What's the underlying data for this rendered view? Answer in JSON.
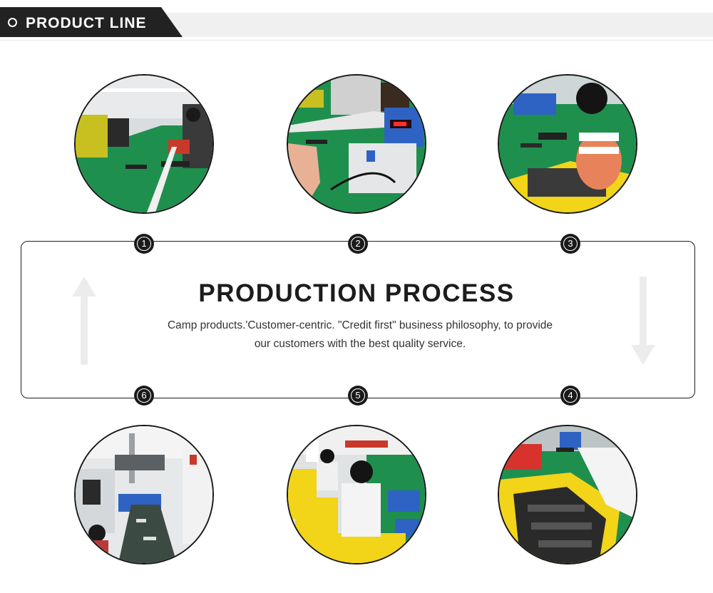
{
  "header": {
    "title": "PRODUCT LINE",
    "tab_color": "#222222"
  },
  "process": {
    "title": "PRODUCTION PROCESS",
    "description_line1": "Camp products.'Customer-centric. \"Credit first\" business philosophy, to provide",
    "description_line2": "our customers with the best quality service."
  },
  "steps": [
    {
      "number": "1",
      "photo": "assembly-line-workers-photo"
    },
    {
      "number": "2",
      "photo": "testing-equipment-photo"
    },
    {
      "number": "3",
      "photo": "worker-sorting-parts-photo"
    },
    {
      "number": "4",
      "photo": "parts-in-yellow-crate-photo"
    },
    {
      "number": "5",
      "photo": "packing-line-workers-photo"
    },
    {
      "number": "6",
      "photo": "automated-conveyor-photo"
    }
  ],
  "colors": {
    "accent": "#1a1a1a",
    "arrow": "#ececec",
    "factory_floor": "#1f8f4e",
    "crate": "#f2d419"
  }
}
